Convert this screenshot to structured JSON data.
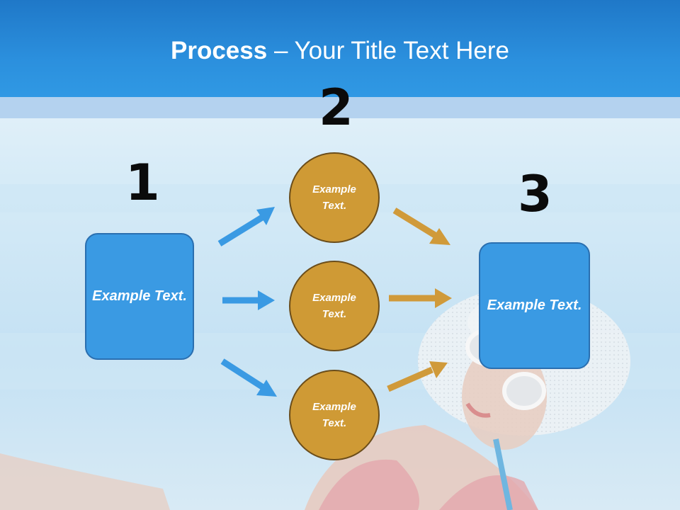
{
  "slide": {
    "title_bold": "Process",
    "title_rest": " – Your Title Text Here",
    "steps": {
      "one": "1",
      "two": "2",
      "three": "3"
    },
    "left_box": {
      "text": "Example Text."
    },
    "right_box": {
      "text": "Example Text."
    },
    "circles": [
      {
        "text": "Example Text."
      },
      {
        "text": "Example Text."
      },
      {
        "text": "Example Text."
      }
    ]
  },
  "colors": {
    "header": "#2b8fdd",
    "box": "#3a9ae3",
    "circle": "#cf9a35",
    "arrow_blue": "#3a9ae3",
    "arrow_gold": "#d09a3a"
  }
}
